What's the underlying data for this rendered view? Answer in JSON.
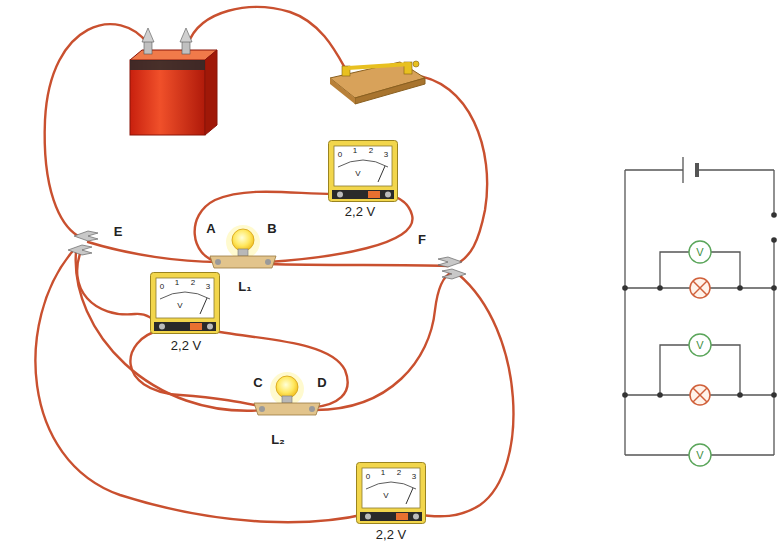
{
  "diagram": {
    "labels": [
      "2,2 V",
      "A",
      "B",
      "L₁",
      "E",
      "F",
      "2,2 V",
      "C",
      "D",
      "L₂",
      "2,2 V",
      "0",
      "1",
      "2",
      "3",
      "V",
      "0",
      "1",
      "2",
      "3",
      "V",
      "0",
      "1",
      "2",
      "3",
      "V",
      "V",
      "V",
      "V"
    ]
  }
}
